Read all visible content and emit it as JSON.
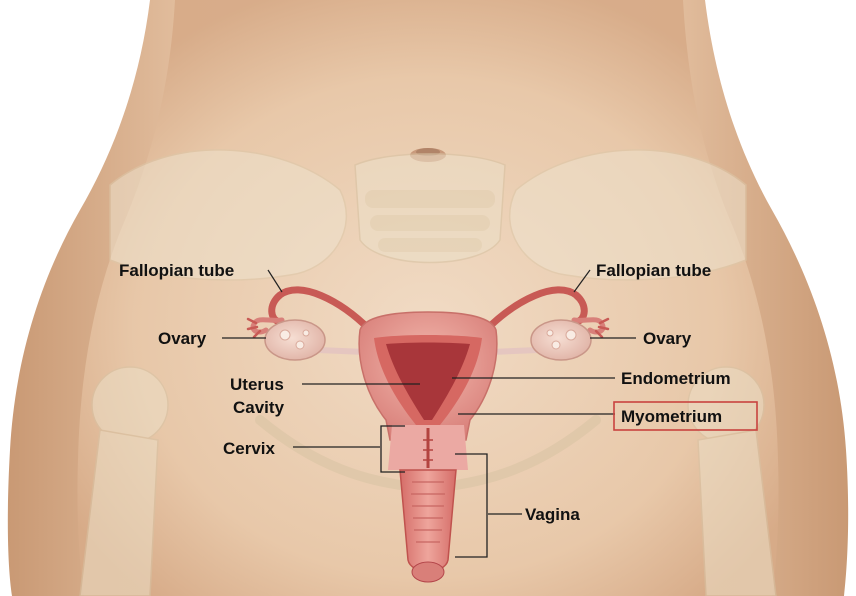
{
  "labels": {
    "fallopian_tube_left": "Fallopian tube",
    "fallopian_tube_right": "Fallopian tube",
    "ovary_left": "Ovary",
    "ovary_right": "Ovary",
    "uterus_line1": "Uterus",
    "uterus_line2": "Cavity",
    "endometrium": "Endometrium",
    "myometrium": "Myometrium",
    "cervix": "Cervix",
    "vagina": "Vagina"
  },
  "highlighted_label": "myometrium",
  "colors": {
    "skin": "#edd2b8",
    "skin_shadow": "#d9b394",
    "bone": "#eadcc2",
    "organ_outer": "#e9a49a",
    "organ_dark": "#c85a55",
    "cavity": "#b2403e",
    "highlight_box": "#c9433f"
  }
}
